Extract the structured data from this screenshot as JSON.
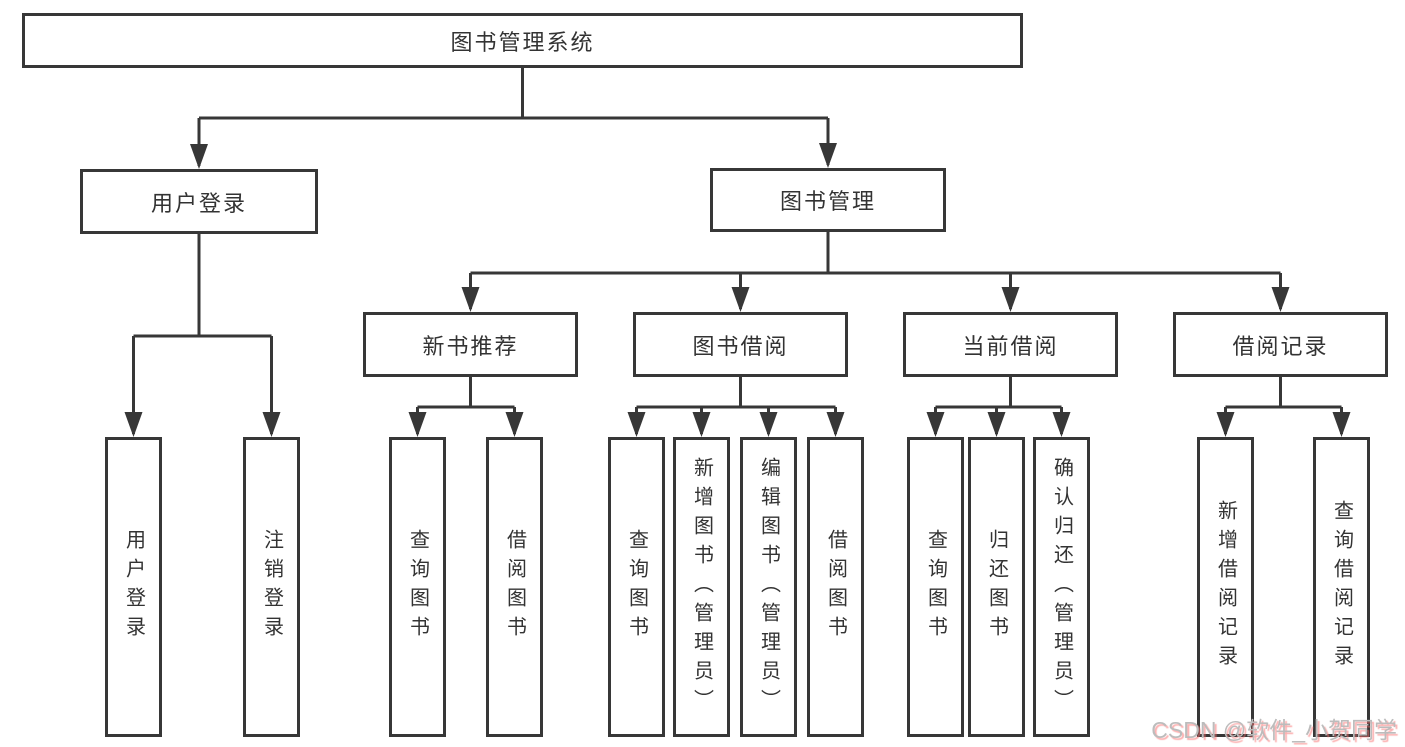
{
  "diagram": {
    "root_label": "图书管理系统",
    "tree": [
      {
        "label": "用户登录",
        "children": [
          {
            "label": "用户登录"
          },
          {
            "label": "注销登录"
          }
        ]
      },
      {
        "label": "图书管理",
        "children": [
          {
            "label": "新书推荐",
            "children": [
              {
                "label": "查询图书"
              },
              {
                "label": "借阅图书"
              }
            ]
          },
          {
            "label": "图书借阅",
            "children": [
              {
                "label": "查询图书"
              },
              {
                "label": "新增图书（管理员）"
              },
              {
                "label": "编辑图书（管理员）"
              },
              {
                "label": "借阅图书"
              }
            ]
          },
          {
            "label": "当前借阅",
            "children": [
              {
                "label": "查询图书"
              },
              {
                "label": "归还图书"
              },
              {
                "label": "确认归还（管理员）"
              }
            ]
          },
          {
            "label": "借阅记录",
            "children": [
              {
                "label": "新增借阅记录"
              },
              {
                "label": "查询借阅记录"
              }
            ]
          }
        ]
      }
    ]
  },
  "watermark": {
    "text": "CSDN @软件_小贺同学"
  },
  "colors": {
    "line": "#373737",
    "box_border": "#373737",
    "text": "#333333",
    "background": "#ffffff",
    "watermark_gray": "#bcbcbc",
    "watermark_red": "#fa6e6e"
  }
}
